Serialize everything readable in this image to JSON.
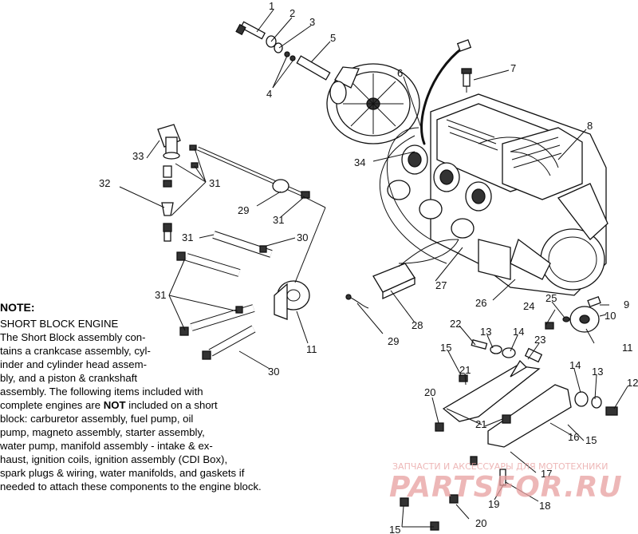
{
  "diagram": {
    "callouts": [
      {
        "id": "c1",
        "label": "1"
      },
      {
        "id": "c2",
        "label": "2"
      },
      {
        "id": "c3",
        "label": "3"
      },
      {
        "id": "c4",
        "label": "4"
      },
      {
        "id": "c5",
        "label": "5"
      },
      {
        "id": "c6",
        "label": "6"
      },
      {
        "id": "c7",
        "label": "7"
      },
      {
        "id": "c8",
        "label": "8"
      },
      {
        "id": "c9",
        "label": "9"
      },
      {
        "id": "c10",
        "label": "10"
      },
      {
        "id": "c11a",
        "label": "11"
      },
      {
        "id": "c11b",
        "label": "11"
      },
      {
        "id": "c12",
        "label": "12"
      },
      {
        "id": "c13a",
        "label": "13"
      },
      {
        "id": "c13b",
        "label": "13"
      },
      {
        "id": "c14a",
        "label": "14"
      },
      {
        "id": "c14b",
        "label": "14"
      },
      {
        "id": "c15a",
        "label": "15"
      },
      {
        "id": "c15b",
        "label": "15"
      },
      {
        "id": "c15c",
        "label": "15"
      },
      {
        "id": "c16",
        "label": "16"
      },
      {
        "id": "c17",
        "label": "17"
      },
      {
        "id": "c18",
        "label": "18"
      },
      {
        "id": "c19",
        "label": "19"
      },
      {
        "id": "c20a",
        "label": "20"
      },
      {
        "id": "c20b",
        "label": "20"
      },
      {
        "id": "c21a",
        "label": "21"
      },
      {
        "id": "c21b",
        "label": "21"
      },
      {
        "id": "c22",
        "label": "22"
      },
      {
        "id": "c23",
        "label": "23"
      },
      {
        "id": "c24",
        "label": "24"
      },
      {
        "id": "c25",
        "label": "25"
      },
      {
        "id": "c26",
        "label": "26"
      },
      {
        "id": "c27",
        "label": "27"
      },
      {
        "id": "c28",
        "label": "28"
      },
      {
        "id": "c29a",
        "label": "29"
      },
      {
        "id": "c29b",
        "label": "29"
      },
      {
        "id": "c30a",
        "label": "30"
      },
      {
        "id": "c30b",
        "label": "30"
      },
      {
        "id": "c31a",
        "label": "31"
      },
      {
        "id": "c31b",
        "label": "31"
      },
      {
        "id": "c31c",
        "label": "31"
      },
      {
        "id": "c31d",
        "label": "31"
      },
      {
        "id": "c32",
        "label": "32"
      },
      {
        "id": "c33",
        "label": "33"
      },
      {
        "id": "c34",
        "label": "34"
      }
    ]
  },
  "note": {
    "title": "NOTE:",
    "lines": [
      "SHORT BLOCK ENGINE",
      "The Short Block assembly con-",
      "tains a crankcase assembly, cyl-",
      "inder and cylinder head assem-",
      "bly, and a piston & crankshaft",
      "assembly.  The following items included with",
      "complete engines are ",
      "block:  carburetor assembly, fuel pump, oil",
      "pump, magneto assembly, starter assembly,",
      "water pump, manifold assembly - intake & ex-",
      "haust, ignition coils, ignition assembly (CDI Box),",
      "spark plugs & wiring, water manifolds, and gaskets if",
      "needed to attach these components to the engine block."
    ],
    "emphasis": "NOT",
    "line7_tail": " included on a short"
  },
  "watermark": {
    "caption": "ЗАПЧАСТИ И АКСЕССУАРЫ ДЛЯ МОТОТЕХНИКИ",
    "logo_text": "PARTSFOR.RU"
  }
}
